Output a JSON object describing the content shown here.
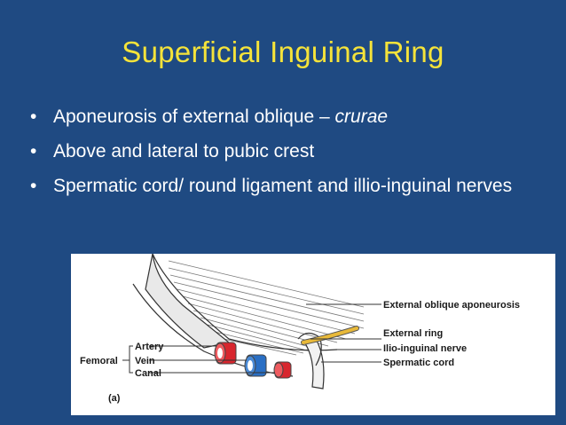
{
  "slide": {
    "title": "Superficial Inguinal Ring",
    "bullets": [
      {
        "text": "Aponeurosis of external oblique – ",
        "italic": "crurae"
      },
      {
        "text": "Above and lateral to pubic crest"
      },
      {
        "text": "Spermatic cord/ round ligament and illio-inguinal nerves"
      }
    ]
  },
  "figure": {
    "labels": {
      "external_oblique": "External oblique aponeurosis",
      "external_ring": "External ring",
      "ilio_inguinal": "Ilio-inguinal nerve",
      "spermatic_cord": "Spermatic cord",
      "femoral": "Femoral",
      "artery": "Artery",
      "vein": "Vein",
      "canal": "Canal",
      "panel": "(a)"
    },
    "colors": {
      "artery": "#d8262e",
      "vein": "#2a6fc4",
      "nerve": "#e8b93a"
    }
  }
}
